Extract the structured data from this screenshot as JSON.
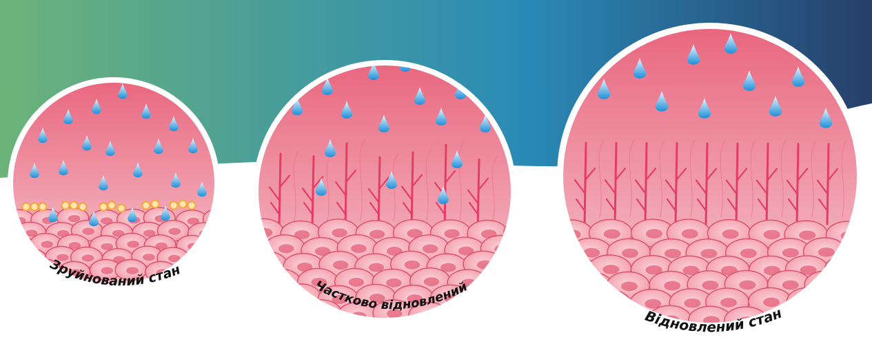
{
  "captions": {
    "damaged": "Зруйнований стан",
    "partial": "Частково відновлений",
    "restored": "Відновлений стан"
  },
  "colors": {
    "gradient_start": "#6cb37a",
    "gradient_mid": "#2a8ab6",
    "gradient_end": "#273f6b",
    "tissue_top": "#e9677f",
    "tissue_bottom": "#f6c9d1",
    "cell_fill": "#f39aa8",
    "cell_nucleus": "#e35f78",
    "cell_stroke": "#d94f6a",
    "nerve": "#e43c66",
    "drop_top": "#e9f7ff",
    "drop_bottom": "#1e8fd8",
    "lipid": "#f6a63a"
  },
  "illustrations": [
    {
      "id": "damaged",
      "state": "damaged"
    },
    {
      "id": "partial",
      "state": "partially-restored"
    },
    {
      "id": "restored",
      "state": "restored"
    }
  ]
}
